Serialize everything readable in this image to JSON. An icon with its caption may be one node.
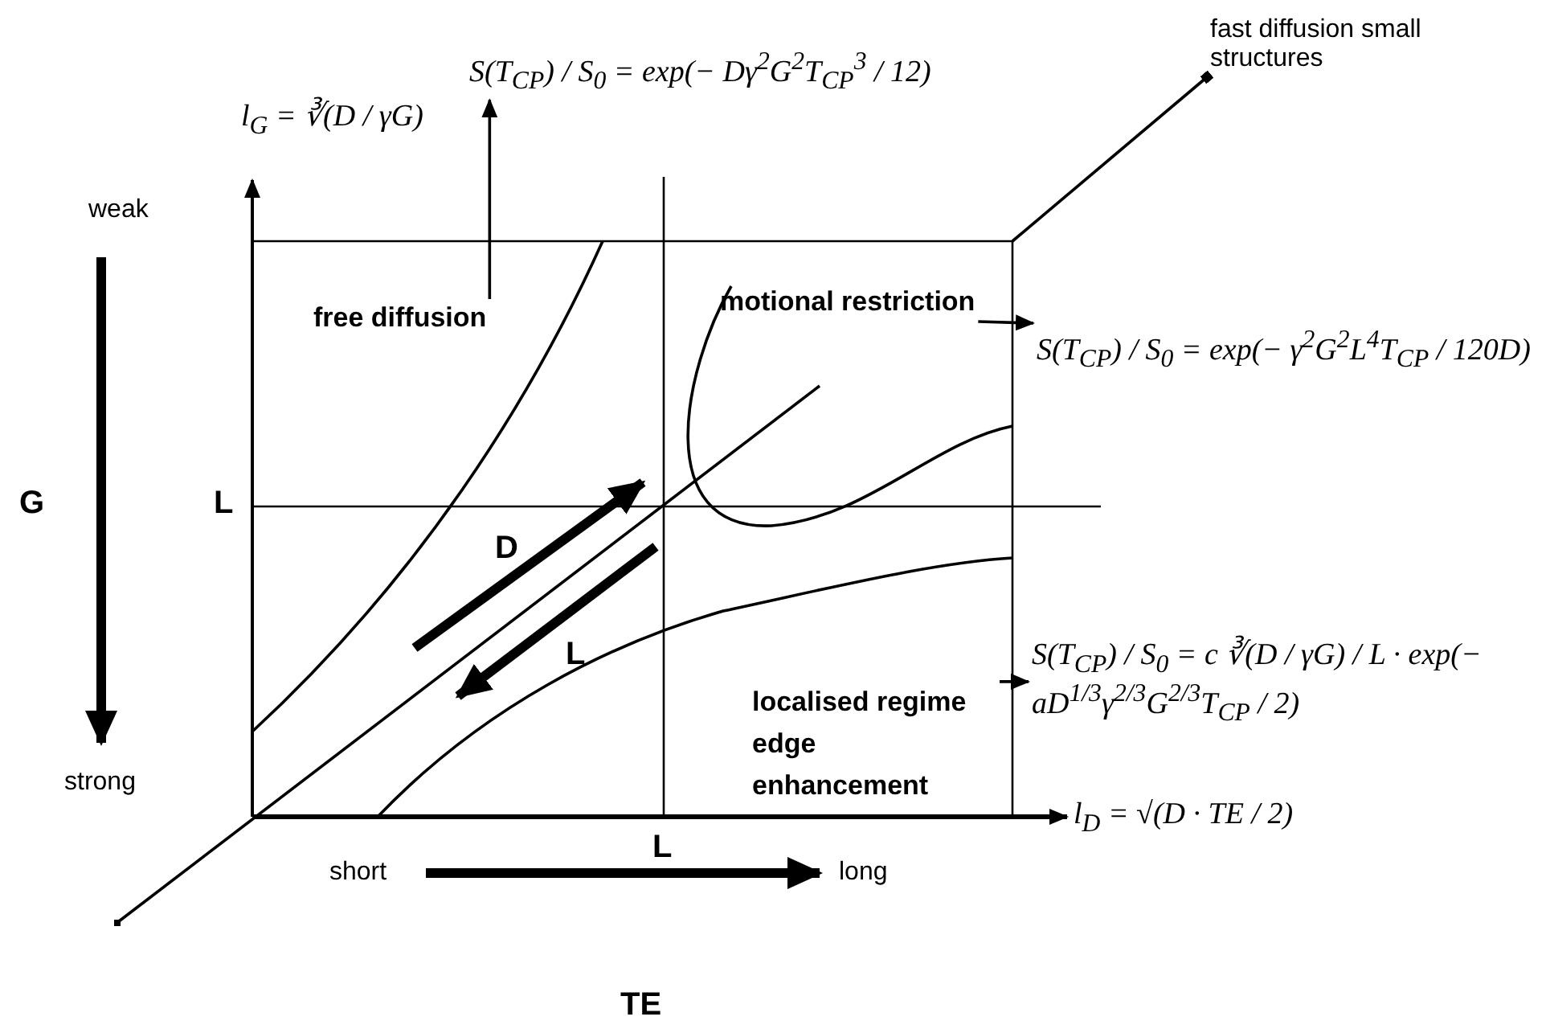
{
  "diagram": {
    "nodes": [
      {
        "text": [
          "free diffusion"
        ]
      },
      {
        "text": [
          "S(T$_{CP}$) / S$_{0}$ = exp(− Dγ$^{2}$G$^{2}$T$_{CP}$$^{3}$ / 12)"
        ]
      },
      {
        "text": [
          "motional restriction"
        ]
      },
      {
        "text": [
          "S(T$_{CP}$) / S$_{0}$ = exp(− γ$^{2}$G$^{2}$L$^{4}$T$_{CP}$ / 120D)"
        ]
      },
      {
        "text": [
          "localised regime edge enhancement"
        ]
      },
      {
        "text": [
          "S(T$_{CP}$) / S$_{0}$ = c ∛(D / γG) / L · exp(− aD$^{1/3}$γ$^{2/3}$G$^{2/3}$T$_{CP}$ / 2)"
        ]
      },
      {
        "text": [
          "fast diffusion small structures"
        ]
      }
    ],
    "edges": [
      {
        "from": 0,
        "to": 1,
        "arrow": "to"
      },
      {
        "from": 2,
        "to": 3,
        "arrow": "to"
      },
      {
        "from": 4,
        "to": 5,
        "arrow": "to"
      },
      {
        "from": 6,
        "to": null,
        "arrow": "other"
      }
    ],
    "labels": [
      "l$_{G}$ = ∛(D / γG)",
      "weak",
      "G",
      "L",
      "D",
      "L",
      "strong",
      "l$_{D}$ = √(D · TE / 2)",
      "L",
      "short",
      "long",
      "TE"
    ]
  }
}
